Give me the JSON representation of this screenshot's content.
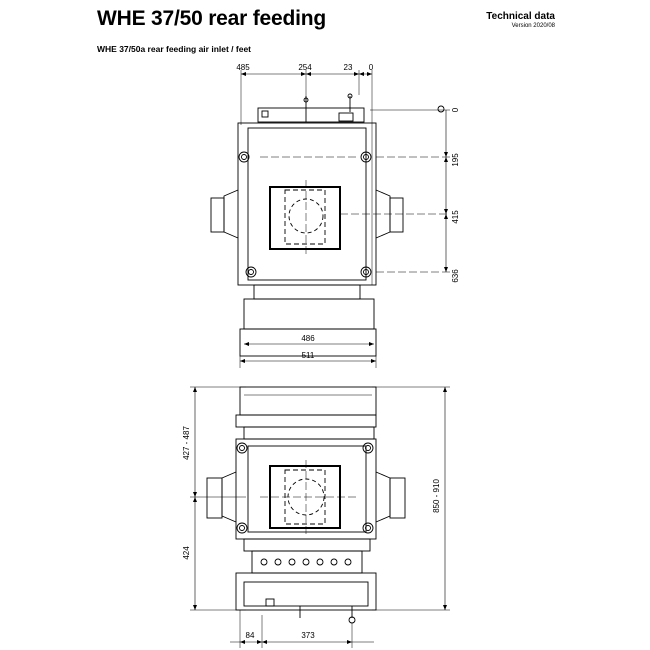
{
  "header": {
    "title": "WHE 37/50 rear feeding",
    "section": "Technical data",
    "version": "Version 2020/08",
    "subtitle": "WHE 37/50a rear feeding air inlet / feet"
  },
  "top_view": {
    "dims_top": [
      "485",
      "254",
      "23",
      "0"
    ],
    "dims_right": [
      "0",
      "195",
      "415",
      "636"
    ],
    "dims_bottom": [
      "486",
      "511"
    ]
  },
  "front_view": {
    "dims_left": [
      "427 - 487",
      "424"
    ],
    "dims_right": [
      "850 - 910"
    ],
    "dims_bottom": [
      "84",
      "373"
    ]
  }
}
